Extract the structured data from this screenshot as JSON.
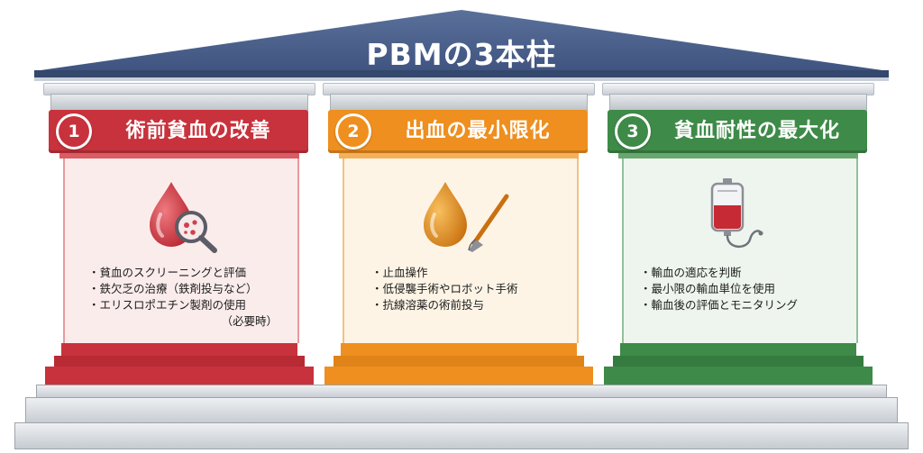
{
  "title": "PBMの3本柱",
  "pillars": [
    {
      "number": "1",
      "heading": "術前貧血の改善",
      "icon": "blood-drop-magnifier-icon",
      "color": "#c8323c",
      "items": [
        "・貧血のスクリーニングと評価",
        "・鉄欠乏の治療（鉄剤投与など）",
        "・エリスロポエチン製剤の使用"
      ],
      "note": "（必要時）"
    },
    {
      "number": "2",
      "heading": "出血の最小限化",
      "icon": "blood-drop-scalpel-icon",
      "color": "#ee8f1f",
      "items": [
        "・止血操作",
        "・低侵襲手術やロボット手術",
        "・抗線溶薬の術前投与"
      ]
    },
    {
      "number": "3",
      "heading": "貧血耐性の最大化",
      "icon": "blood-bag-icon",
      "color": "#3e8a48",
      "items": [
        "・輸血の適応を判断",
        "・最小限の輸血単位を使用",
        "・輸血後の評価とモニタリング"
      ]
    }
  ],
  "colors": {
    "roof": "#4a6088",
    "roof_dark": "#364a6e",
    "red": "#c8323c",
    "orange": "#ee8f1f",
    "green": "#3e8a48",
    "red_fill": "#fbecec",
    "orange_fill": "#fdf4e6",
    "green_fill": "#eef5ee"
  }
}
